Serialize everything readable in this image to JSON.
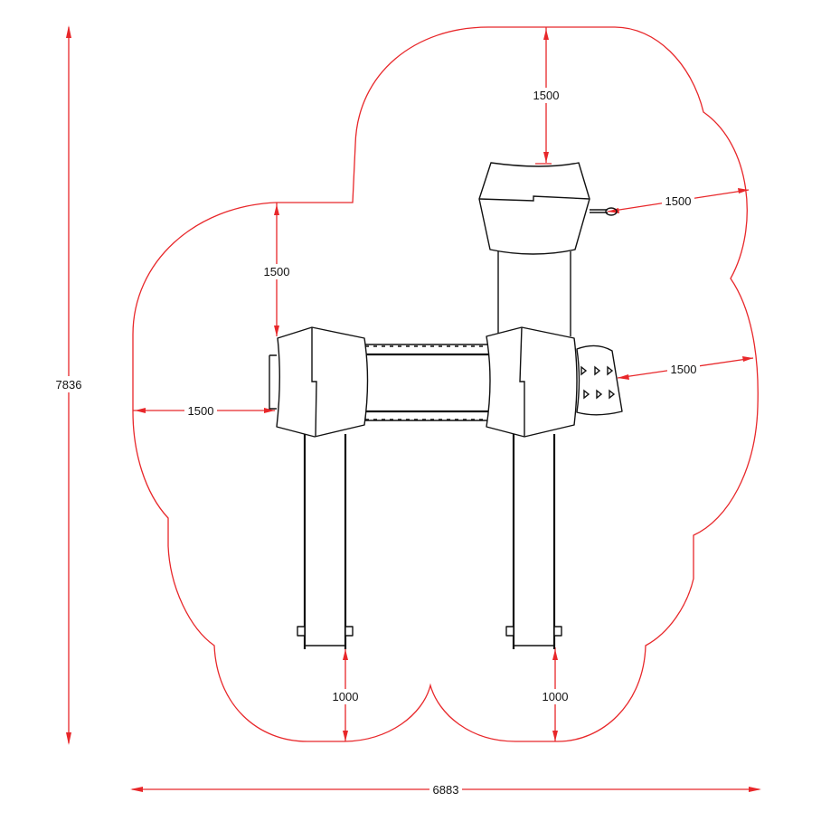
{
  "drawing": {
    "overall_height": "7836",
    "overall_width": "6883",
    "clearances": {
      "top": "1500",
      "left_upper": "1500",
      "left_side": "1500",
      "right_upper": "1500",
      "right_side": "1500",
      "bottom_left": "1000",
      "bottom_right": "1000"
    }
  },
  "colors": {
    "dimension": "#e8272a",
    "structure": "#111111"
  }
}
